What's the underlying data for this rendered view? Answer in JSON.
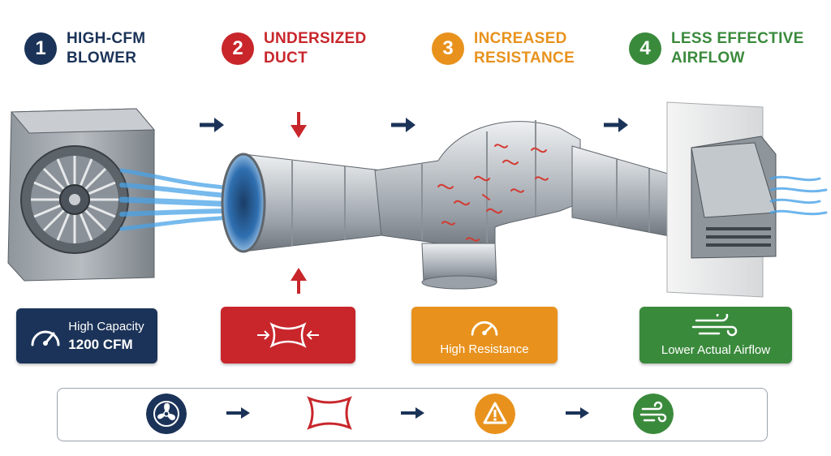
{
  "steps": [
    {
      "num": "1",
      "line1": "HIGH-CFM",
      "line2": "BLOWER",
      "color": "#1b3358"
    },
    {
      "num": "2",
      "line1": "UNDERSIZED",
      "line2": "DUCT",
      "color": "#c8262b"
    },
    {
      "num": "3",
      "line1": "INCREASED",
      "line2": "RESISTANCE",
      "color": "#e8921d"
    },
    {
      "num": "4",
      "line1": "LESS EFFECTIVE",
      "line2": "AIRFLOW",
      "color": "#3a8a3c"
    }
  ],
  "cards": {
    "capacity": {
      "line1": "High Capacity",
      "line2": "1200 CFM",
      "icon": "gauge-icon"
    },
    "constriction": {
      "icon": "constriction-icon"
    },
    "resistance": {
      "label": "High Resistance",
      "icon": "gauge-icon"
    },
    "airflow": {
      "label": "Lower Actual Airflow",
      "icon": "wind-icon"
    }
  },
  "bottom_row": [
    {
      "icon": "fan-icon"
    },
    {
      "icon": "constriction-icon"
    },
    {
      "icon": "warning-icon"
    },
    {
      "icon": "wind-icon"
    }
  ],
  "colors": {
    "navy": "#1b3358",
    "red": "#c8262b",
    "orange": "#e8921d",
    "green": "#3a8a3c",
    "air_blue": "#4aa3e8",
    "duct_grey": "#b9bec4"
  }
}
